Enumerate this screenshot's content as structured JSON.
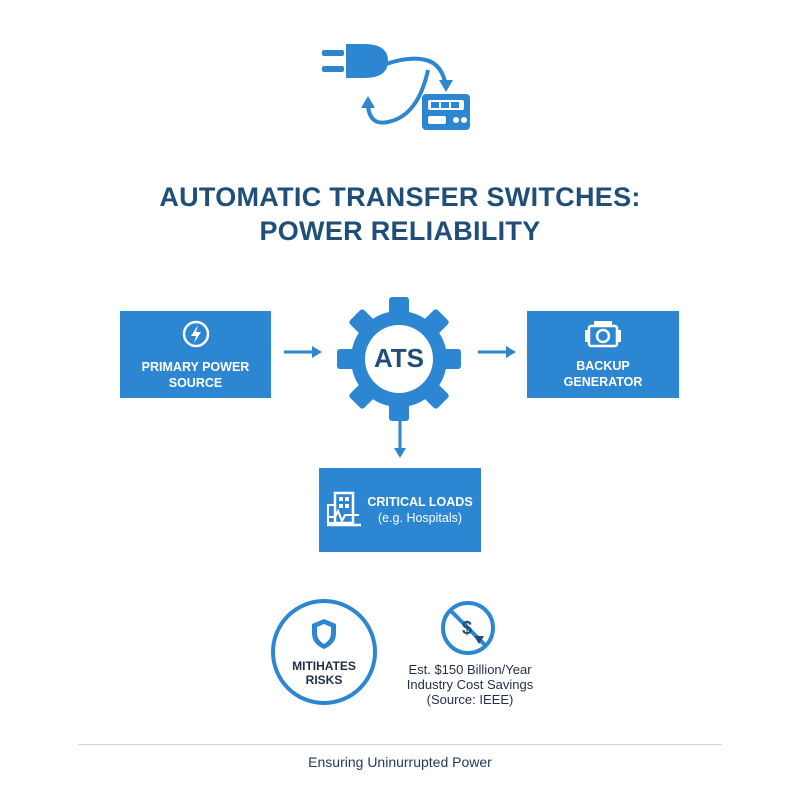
{
  "title": {
    "line1": "AUTOMATIC TRANSFER SWITCHES:",
    "line2": "POWER RELIABILITY"
  },
  "icons": {
    "header": "plug-generator-icon",
    "primary": "lightning-icon",
    "backup": "generator-icon",
    "loads": "building-icon",
    "risk": "shield-icon",
    "savings": "no-dollar-icon"
  },
  "nodes": {
    "primary": "PRIMARY POWER\nSOURCE",
    "ats": "ATS",
    "backup": "BACKUP\nGENERATOR",
    "loads_line1": "CRITICAL LOADS",
    "loads_line2": "(e.g. Hospitals)"
  },
  "benefits": {
    "risk_line1": "MITIHATES",
    "risk_line2": "RISKS",
    "savings": "Est. $150 Billion/Year\nIndustry Cost Savings\n(Source: IEEE)"
  },
  "footer": "Ensuring Uninurrupted Power",
  "colors": {
    "accent": "#2d86d2",
    "title": "#1f4e79"
  }
}
